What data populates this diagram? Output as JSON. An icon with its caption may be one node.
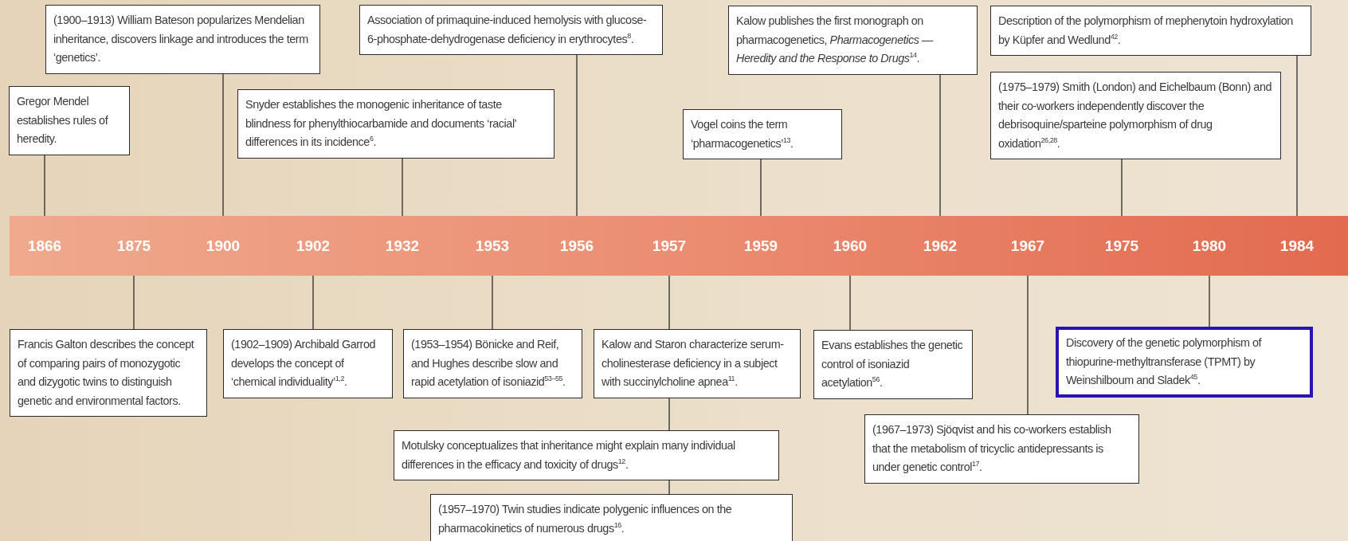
{
  "diagram": {
    "nodes": [
      {
        "text": [
          "(1900–1913) William Bateson popularizes Mendelian inheritance, discovers linkage and introduces the term ‘genetics’."
        ]
      },
      {
        "text": [
          "Association of primaquine-induced hemolysis with glucose-6-phosphate-dehydrogenase deficiency in erythrocytes$^{8}$."
        ]
      },
      {
        "text": [
          "Kalow publishes the first monograph on pharmacogenetics, *Pharmacogenetics — Heredity and the Response to Drugs*$^{14}$."
        ]
      },
      {
        "text": [
          "Description of the polymorphism of mephenytoin hydroxylation by Küpfer and Wedlund$^{42}$."
        ]
      },
      {
        "text": [
          "Gregor Mendel establishes rules of heredity."
        ]
      },
      {
        "text": [
          "Snyder establishes the monogenic inheritance of taste blindness for phenylthiocarbamide and documents ‘racial’ differences in its incidence$^{6}$."
        ]
      },
      {
        "text": [
          "Vogel coins the term ‘pharmacogenetics’$^{13}$."
        ]
      },
      {
        "text": [
          "(1975–1979) Smith (London) and Eichelbaum (Bonn) and their co-workers independently discover the debrisoquine/sparteine polymorphism of drug oxidation$^{26,28}$."
        ]
      },
      {
        "text": [],
        "shape": "bar"
      },
      {
        "text": [
          "1866"
        ],
        "in": 8
      },
      {
        "text": [
          "1875"
        ],
        "in": 8
      },
      {
        "text": [
          "1900"
        ],
        "in": 8
      },
      {
        "text": [
          "1902"
        ],
        "in": 8
      },
      {
        "text": [
          "1932"
        ],
        "in": 8
      },
      {
        "text": [
          "1953"
        ],
        "in": 8
      },
      {
        "text": [
          "1956"
        ],
        "in": 8
      },
      {
        "text": [
          "1957"
        ],
        "in": 8
      },
      {
        "text": [
          "1959"
        ],
        "in": 8
      },
      {
        "text": [
          "1960"
        ],
        "in": 8
      },
      {
        "text": [
          "1962"
        ],
        "in": 8
      },
      {
        "text": [
          "1967"
        ],
        "in": 8
      },
      {
        "text": [
          "1975"
        ],
        "in": 8
      },
      {
        "text": [
          "1980"
        ],
        "in": 8
      },
      {
        "text": [
          "1984"
        ],
        "in": 8
      },
      {
        "text": [
          "Francis Galton describes the concept of comparing pairs of monozygotic and dizygotic twins to distinguish genetic and environmental factors."
        ]
      },
      {
        "text": [
          "(1902–1909) Archibald Garrod develops the concept of ‘chemical individuality’$^{1,2}$."
        ]
      },
      {
        "text": [
          "(1953–1954) Bönicke and Reif, and Hughes describe slow and rapid acetylation of isoniazid$^{53–55}$."
        ]
      },
      {
        "text": [
          "Kalow and Staron characterize serum-cholinesterase deficiency in a subject with succinylcholine apnea$^{11}$."
        ]
      },
      {
        "text": [
          "Evans establishes the genetic control of isoniazid acetylation$^{56}$."
        ]
      },
      {
        "text": [
          "Discovery of the genetic polymorphism of thiopurine-methyltransferase (TPMT) by Weinshilboum and Sladek$^{45}$."
        ]
      },
      {
        "text": [
          "Motulsky conceptualizes that inheritance might explain many individual differences in the efficacy and toxicity of drugs$^{12}$."
        ]
      },
      {
        "text": [
          "(1967–1973) Sjöqvist and his co-workers establish that the metabolism of tricyclic antidepressants is under genetic control$^{17}$."
        ]
      },
      {
        "text": [
          "(1957–1970) Twin studies indicate polygenic influences on the pharmacokinetics of numerous drugs$^{16}$."
        ]
      }
    ],
    "edges": [
      {
        "from": 4,
        "to": 9,
        "arrow": "none"
      },
      {
        "from": 0,
        "to": 11,
        "arrow": "none"
      },
      {
        "from": 5,
        "to": 13,
        "arrow": "none"
      },
      {
        "from": 1,
        "to": 15,
        "arrow": "none"
      },
      {
        "from": 6,
        "to": 17,
        "arrow": "none"
      },
      {
        "from": 2,
        "to": 19,
        "arrow": "none"
      },
      {
        "from": 7,
        "to": 21,
        "arrow": "none"
      },
      {
        "from": 3,
        "to": 23,
        "arrow": "none"
      },
      {
        "from": 24,
        "to": 10,
        "arrow": "none"
      },
      {
        "from": 25,
        "to": 12,
        "arrow": "none"
      },
      {
        "from": 26,
        "to": 14,
        "arrow": "none"
      },
      {
        "from": 27,
        "to": 16,
        "arrow": "none"
      },
      {
        "from": 28,
        "to": 18,
        "arrow": "none"
      },
      {
        "from": 31,
        "to": 20,
        "arrow": "none"
      },
      {
        "from": 29,
        "to": 22,
        "arrow": "none"
      },
      {
        "from": 30,
        "to": 27,
        "arrow": "none"
      },
      {
        "from": 32,
        "to": 30,
        "arrow": "none"
      }
    ]
  }
}
